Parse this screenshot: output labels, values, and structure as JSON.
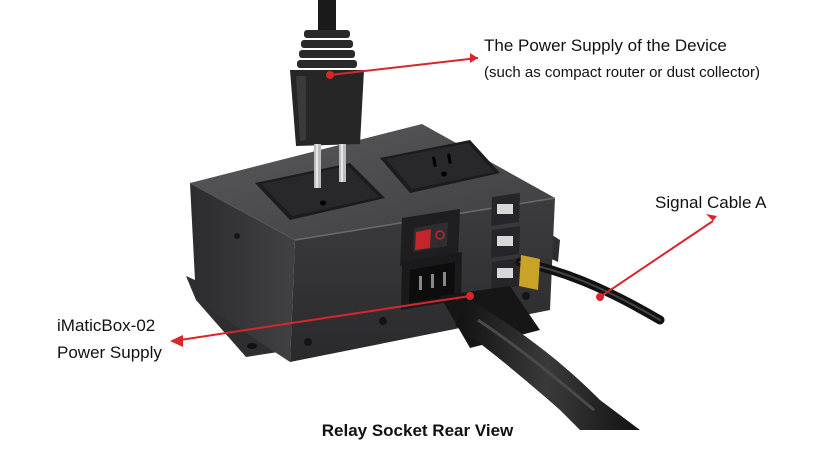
{
  "labels": {
    "device_supply_title": "The Power Supply of the Device",
    "device_supply_subtitle": "(such as compact router or dust collector)",
    "signal_cable": "Signal Cable A",
    "box_supply_line1": "iMaticBox-02",
    "box_supply_line2": "Power Supply"
  },
  "caption": "Relay Socket Rear View",
  "colors": {
    "callout": "#d9262b",
    "box_body": "#3a3a3c",
    "box_dark": "#1f1f21",
    "switch_red": "#c0262b",
    "tape_yellow": "#c9a227"
  }
}
